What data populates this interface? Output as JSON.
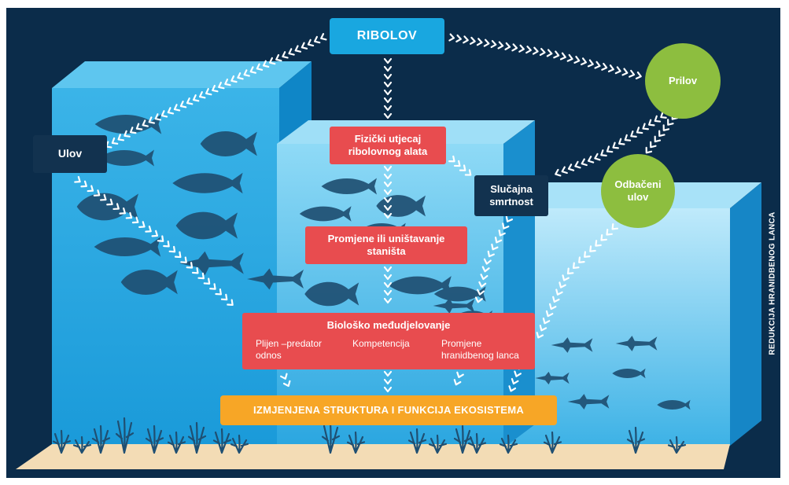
{
  "top_box": "RIBOLOV",
  "catch_label": "Ulov",
  "bycatch_label": "Prilov",
  "discards_label": "Odbačeni ulov",
  "fishing_gear_impact": "Fizički utjecaj ribolovnog alata",
  "habitat_change": "Promjene ili uništavanje staništa",
  "unaccounted_mortality": "Slučajna smrtnost",
  "biological_interaction": {
    "title": "Biološko međudjelovanje",
    "items": [
      "Plijen –predator odnos",
      "Kompetencija",
      "Promjene hranidbenog lanca"
    ]
  },
  "ecosystem_change": "IZMJENJENA STRUKTURA I FUNKCIJA EKOSISTEMA",
  "side_label": "REDUKCIJA HRANIDBENOG LANCA",
  "colors": {
    "background_navy": "#0b2c4a",
    "water_light": "#7fd3f3",
    "water_mid": "#3bb4e8",
    "water_dark": "#1797d6",
    "fish": "#1f4f72",
    "red_box": "#e84c4f",
    "navy_box": "#12324f",
    "green_circle": "#8dbe3f",
    "orange_box": "#f7a626",
    "seabed": "#f3dcb5"
  },
  "icons": [
    "fish-silhouette-icon",
    "seaweed-icon",
    "chevron-arrow-icon"
  ]
}
